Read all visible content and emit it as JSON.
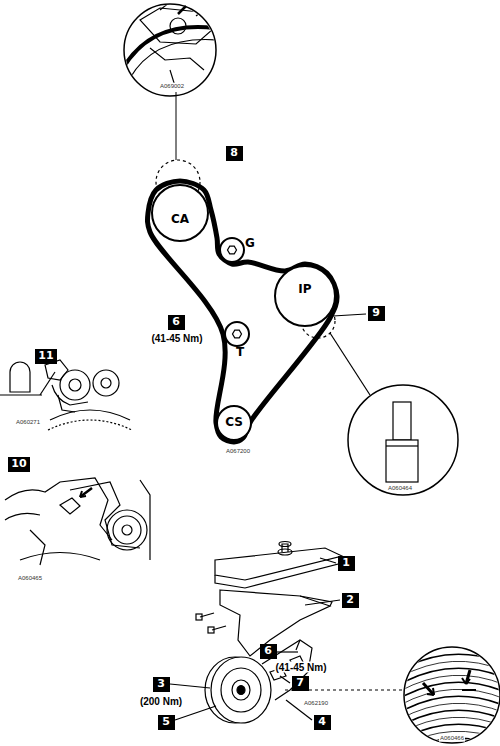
{
  "diagram": {
    "nodes": [
      {
        "text": [
          "8"
        ]
      },
      {
        "text": [
          "CA"
        ]
      },
      {
        "text": [
          "G"
        ]
      },
      {
        "text": [
          "IP"
        ]
      },
      {
        "text": [
          "9"
        ]
      },
      {
        "text": [
          "6"
        ]
      },
      {
        "text": [
          "T"
        ]
      },
      {
        "text": [
          "11"
        ]
      },
      {
        "text": [
          "CS"
        ]
      },
      {
        "text": [
          "10"
        ]
      },
      {
        "text": [
          "1"
        ]
      },
      {
        "text": [
          "2"
        ]
      },
      {
        "text": [
          "6"
        ]
      },
      {
        "text": [
          "7"
        ]
      },
      {
        "text": [
          "3"
        ]
      },
      {
        "text": [
          "4"
        ]
      },
      {
        "text": [
          "5"
        ]
      }
    ],
    "labels": [
      "(41-45 Nm)",
      "(41-45 Nm)",
      "(200 Nm)",
      "A069002",
      "A067200",
      "A060271",
      "A060464",
      "A060465",
      "A062190",
      "A060466"
    ]
  }
}
